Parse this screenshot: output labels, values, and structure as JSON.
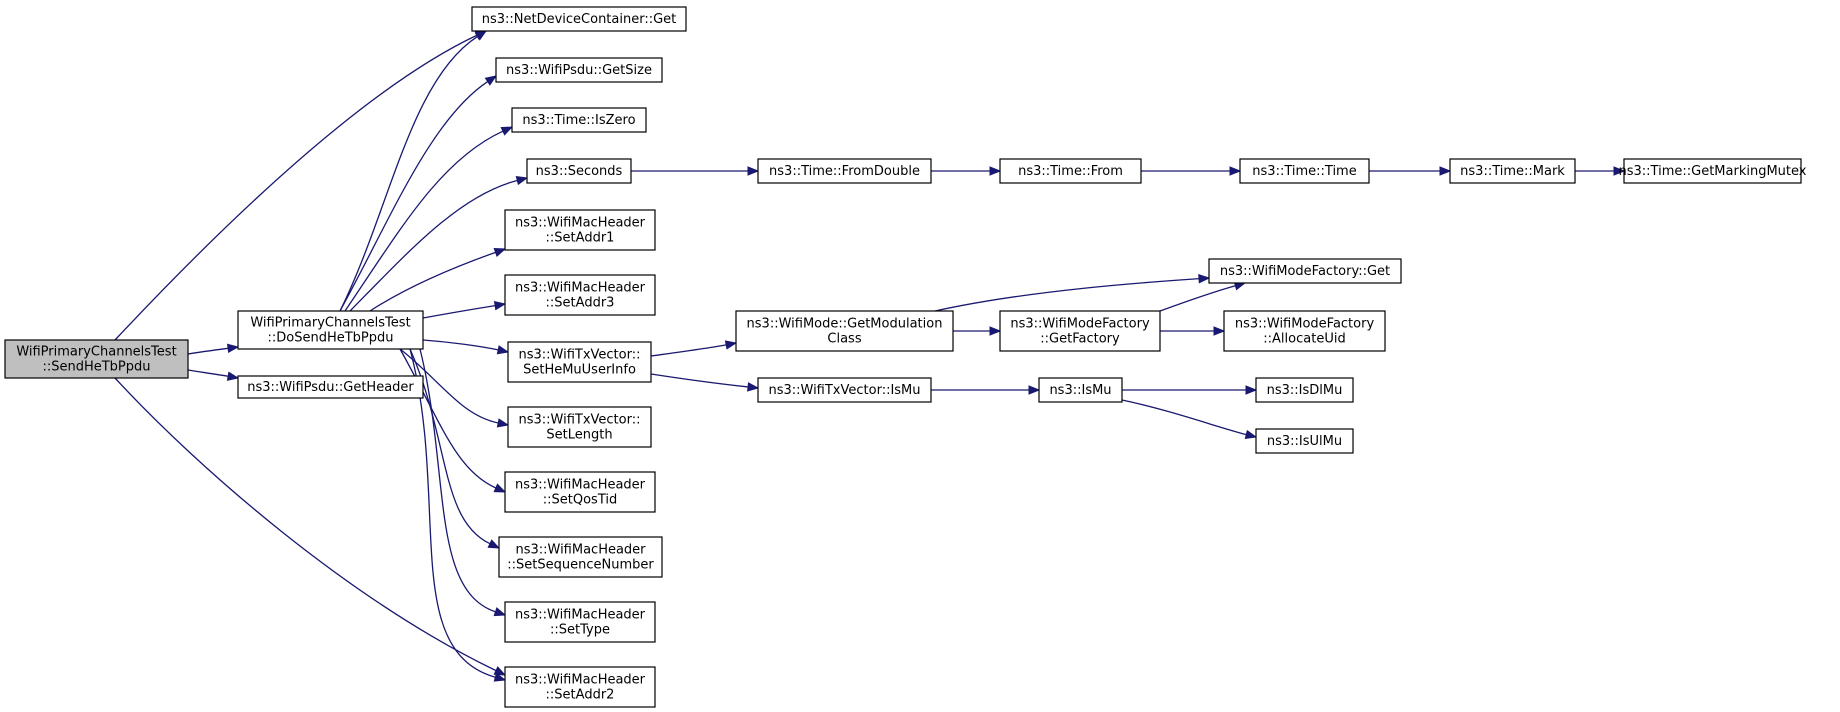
{
  "graph": {
    "nodes": [
      {
        "id": "send",
        "lines": [
          "WifiPrimaryChannelsTest",
          "::SendHeTbPpdu"
        ],
        "root": true
      },
      {
        "id": "dosend",
        "lines": [
          "WifiPrimaryChannelsTest",
          "::DoSendHeTbPpdu"
        ]
      },
      {
        "id": "getheader",
        "lines": [
          "ns3::WifiPsdu::GetHeader"
        ]
      },
      {
        "id": "netdevget",
        "lines": [
          "ns3::NetDeviceContainer::Get"
        ]
      },
      {
        "id": "getsize",
        "lines": [
          "ns3::WifiPsdu::GetSize"
        ]
      },
      {
        "id": "iszero",
        "lines": [
          "ns3::Time::IsZero"
        ]
      },
      {
        "id": "seconds",
        "lines": [
          "ns3::Seconds"
        ]
      },
      {
        "id": "setaddr1",
        "lines": [
          "ns3::WifiMacHeader",
          "::SetAddr1"
        ]
      },
      {
        "id": "setaddr3",
        "lines": [
          "ns3::WifiMacHeader",
          "::SetAddr3"
        ]
      },
      {
        "id": "sethemu",
        "lines": [
          "ns3::WifiTxVector::",
          "SetHeMuUserInfo"
        ]
      },
      {
        "id": "setlength",
        "lines": [
          "ns3::WifiTxVector::",
          "SetLength"
        ]
      },
      {
        "id": "setqos",
        "lines": [
          "ns3::WifiMacHeader",
          "::SetQosTid"
        ]
      },
      {
        "id": "setseq",
        "lines": [
          "ns3::WifiMacHeader",
          "::SetSequenceNumber"
        ]
      },
      {
        "id": "settype",
        "lines": [
          "ns3::WifiMacHeader",
          "::SetType"
        ]
      },
      {
        "id": "setaddr2",
        "lines": [
          "ns3::WifiMacHeader",
          "::SetAddr2"
        ]
      },
      {
        "id": "fromdouble",
        "lines": [
          "ns3::Time::FromDouble"
        ]
      },
      {
        "id": "from",
        "lines": [
          "ns3::Time::From"
        ]
      },
      {
        "id": "timetime",
        "lines": [
          "ns3::Time::Time"
        ]
      },
      {
        "id": "mark",
        "lines": [
          "ns3::Time::Mark"
        ]
      },
      {
        "id": "mutex",
        "lines": [
          "ns3::Time::GetMarkingMutex"
        ]
      },
      {
        "id": "getmod",
        "lines": [
          "ns3::WifiMode::GetModulation",
          "Class"
        ]
      },
      {
        "id": "factget",
        "lines": [
          "ns3::WifiModeFactory::Get"
        ]
      },
      {
        "id": "getfactory",
        "lines": [
          "ns3::WifiModeFactory",
          "::GetFactory"
        ]
      },
      {
        "id": "allocuid",
        "lines": [
          "ns3::WifiModeFactory",
          "::AllocateUid"
        ]
      },
      {
        "id": "txismu",
        "lines": [
          "ns3::WifiTxVector::IsMu"
        ]
      },
      {
        "id": "ismu",
        "lines": [
          "ns3::IsMu"
        ]
      },
      {
        "id": "isdlmu",
        "lines": [
          "ns3::IsDlMu"
        ]
      },
      {
        "id": "isulmu",
        "lines": [
          "ns3::IsUlMu"
        ]
      }
    ],
    "edges": [
      {
        "from": "send",
        "to": "netdevget"
      },
      {
        "from": "send",
        "to": "dosend"
      },
      {
        "from": "send",
        "to": "getheader"
      },
      {
        "from": "send",
        "to": "setaddr2"
      },
      {
        "from": "dosend",
        "to": "netdevget"
      },
      {
        "from": "dosend",
        "to": "getsize"
      },
      {
        "from": "dosend",
        "to": "iszero"
      },
      {
        "from": "dosend",
        "to": "seconds"
      },
      {
        "from": "dosend",
        "to": "setaddr1"
      },
      {
        "from": "dosend",
        "to": "setaddr3"
      },
      {
        "from": "dosend",
        "to": "sethemu"
      },
      {
        "from": "dosend",
        "to": "setlength"
      },
      {
        "from": "dosend",
        "to": "setqos"
      },
      {
        "from": "dosend",
        "to": "setseq"
      },
      {
        "from": "dosend",
        "to": "settype"
      },
      {
        "from": "dosend",
        "to": "setaddr2"
      },
      {
        "from": "seconds",
        "to": "fromdouble"
      },
      {
        "from": "fromdouble",
        "to": "from"
      },
      {
        "from": "from",
        "to": "timetime"
      },
      {
        "from": "timetime",
        "to": "mark"
      },
      {
        "from": "mark",
        "to": "mutex"
      },
      {
        "from": "sethemu",
        "to": "getmod"
      },
      {
        "from": "sethemu",
        "to": "txismu"
      },
      {
        "from": "getmod",
        "to": "factget"
      },
      {
        "from": "getmod",
        "to": "getfactory"
      },
      {
        "from": "getfactory",
        "to": "factget"
      },
      {
        "from": "getfactory",
        "to": "allocuid"
      },
      {
        "from": "txismu",
        "to": "ismu"
      },
      {
        "from": "ismu",
        "to": "isdlmu"
      },
      {
        "from": "ismu",
        "to": "isulmu"
      }
    ]
  }
}
